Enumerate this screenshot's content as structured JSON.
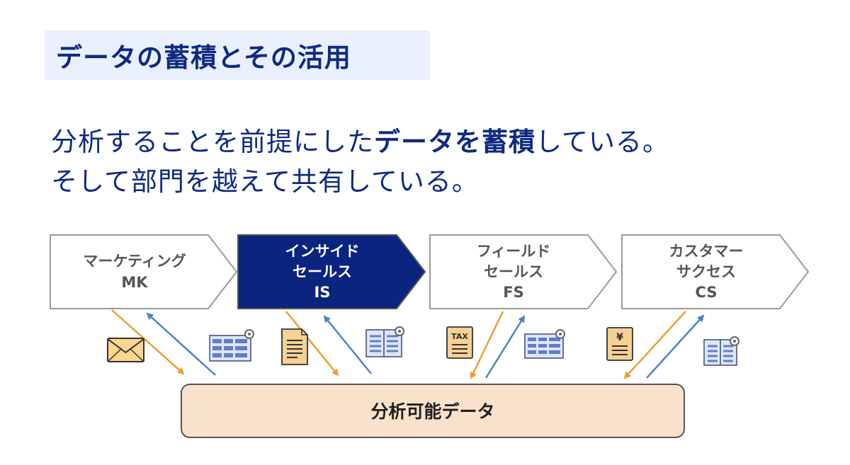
{
  "title": "データの蓄積とその活用",
  "lead": {
    "line1_a": "分析することを前提にした",
    "line1_bold": "データを蓄積",
    "line1_b": "している。",
    "line2": "そして部門を越えて共有している。"
  },
  "departments": [
    {
      "line1": "マーケティング",
      "line2": "MK",
      "line3": "",
      "highlighted": false
    },
    {
      "line1": "インサイド",
      "line2": "セールス",
      "line3": "IS",
      "highlighted": true
    },
    {
      "line1": "フィールド",
      "line2": "セールス",
      "line3": "FS",
      "highlighted": false
    },
    {
      "line1": "カスタマー",
      "line2": "サクセス",
      "line3": "CS",
      "highlighted": false
    }
  ],
  "hub": {
    "label": "分析可能データ"
  },
  "icons": {
    "tax_label": "TAX",
    "yen_label": "¥"
  },
  "colors": {
    "navy": "#0f2a80",
    "highlight_fill": "#0a2480",
    "arrow_down": "#ef9d2e",
    "arrow_up": "#4f82c6",
    "hub_fill": "#f8e2cc",
    "icon_blue": "#5f7ec9",
    "doc_fill": "#f6d193"
  }
}
